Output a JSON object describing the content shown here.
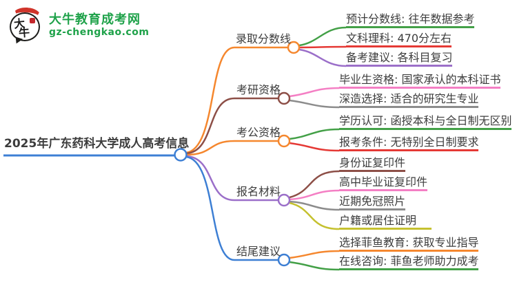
{
  "logo": {
    "icon_text": "大牛",
    "title": "大牛教育成考网",
    "domain": "gz-chengkao.com",
    "brand_color": "#1fa24a",
    "seal_color": "#d0342a"
  },
  "palette": {
    "blue": "#3d7fd4",
    "orange": "#f5872e",
    "green": "#43a047",
    "red": "#e53935",
    "purple": "#9b6fc9",
    "maroon": "#8d4f47",
    "pink": "#f47fc4",
    "gray": "#8c8c8c",
    "yellow": "#c5c12f"
  },
  "mindmap": {
    "root": {
      "label": "2025年广东药科大学成人高考信息",
      "color": "#3d7fd4"
    },
    "branches": [
      {
        "label": "录取分数线",
        "color": "#f5872e",
        "children": [
          {
            "label": "预计分数线: 往年数据参考",
            "color": "#43a047"
          },
          {
            "label": "文科理科: 470分左右",
            "color": "#e53935"
          },
          {
            "label": "备考建议: 各科目复习",
            "color": "#9b6fc9"
          }
        ]
      },
      {
        "label": "考研资格",
        "color": "#8d4f47",
        "children": [
          {
            "label": "毕业生资格: 国家承认的本科证书",
            "color": "#f47fc4"
          },
          {
            "label": "深造选择: 适合的研究生专业",
            "color": "#8c8c8c"
          }
        ]
      },
      {
        "label": "考公资格",
        "color": "#f5872e",
        "children": [
          {
            "label": "学历认可: 函授本科与全日制无区别",
            "color": "#43a047"
          },
          {
            "label": "报考条件: 无特别全日制要求",
            "color": "#e53935"
          }
        ]
      },
      {
        "label": "报名材料",
        "color": "#9b6fc9",
        "children": [
          {
            "label": "身份证复印件",
            "color": "#8d4f47"
          },
          {
            "label": "高中毕业证复印件",
            "color": "#f47fc4"
          },
          {
            "label": "近期免冠照片",
            "color": "#8c8c8c"
          },
          {
            "label": "户籍或居住证明",
            "color": "#c5c12f"
          }
        ]
      },
      {
        "label": "结尾建议",
        "color": "#3d7fd4",
        "children": [
          {
            "label": "选择菲鱼教育: 获取专业指导",
            "color": "#f5872e"
          },
          {
            "label": "在线咨询: 菲鱼老师助力成考",
            "color": "#43a047"
          }
        ]
      }
    ]
  }
}
